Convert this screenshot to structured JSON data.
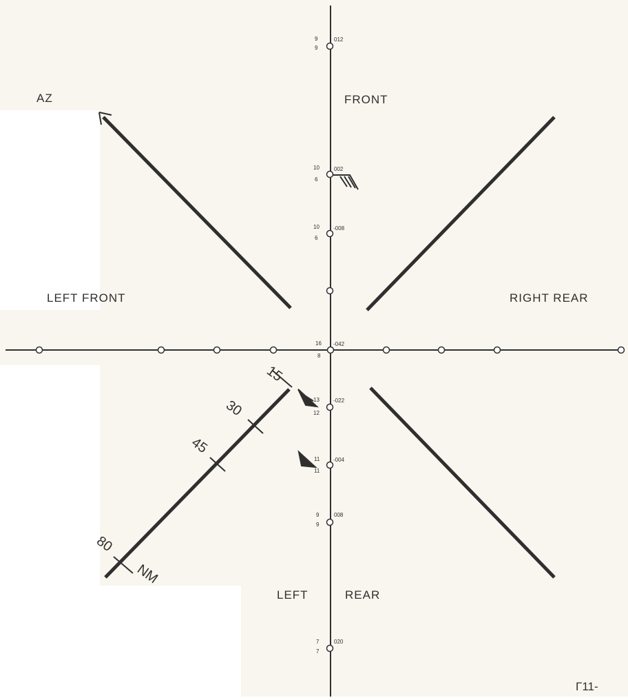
{
  "labels": {
    "az": "AZ",
    "front": "FRONT",
    "left_front": "LEFT FRONT",
    "right_rear": "RIGHT REAR",
    "left": "LEFT",
    "rear": "REAR",
    "page_mark": "Γ11-"
  },
  "range_ring": {
    "r15": "15",
    "r30": "30",
    "r45": "45",
    "r80": "80",
    "unit": "NM"
  },
  "marks": [
    {
      "top": "9",
      "bottom": "9",
      "code": "012"
    },
    {
      "top": "10",
      "bottom": "6",
      "code": "002"
    },
    {
      "top": "10",
      "bottom": "6",
      "code": "-008"
    },
    {
      "top": "16",
      "bottom": "8",
      "code": "-042"
    },
    {
      "top": "13",
      "bottom": "12",
      "code": "-022"
    },
    {
      "top": "11",
      "bottom": "11",
      "code": "-004"
    },
    {
      "top": "9",
      "bottom": "9",
      "code": "008"
    },
    {
      "top": "7",
      "bottom": "7",
      "code": "020"
    }
  ],
  "colors": {
    "paper": "#f8f6ee",
    "ink": "#2f2f2f"
  }
}
